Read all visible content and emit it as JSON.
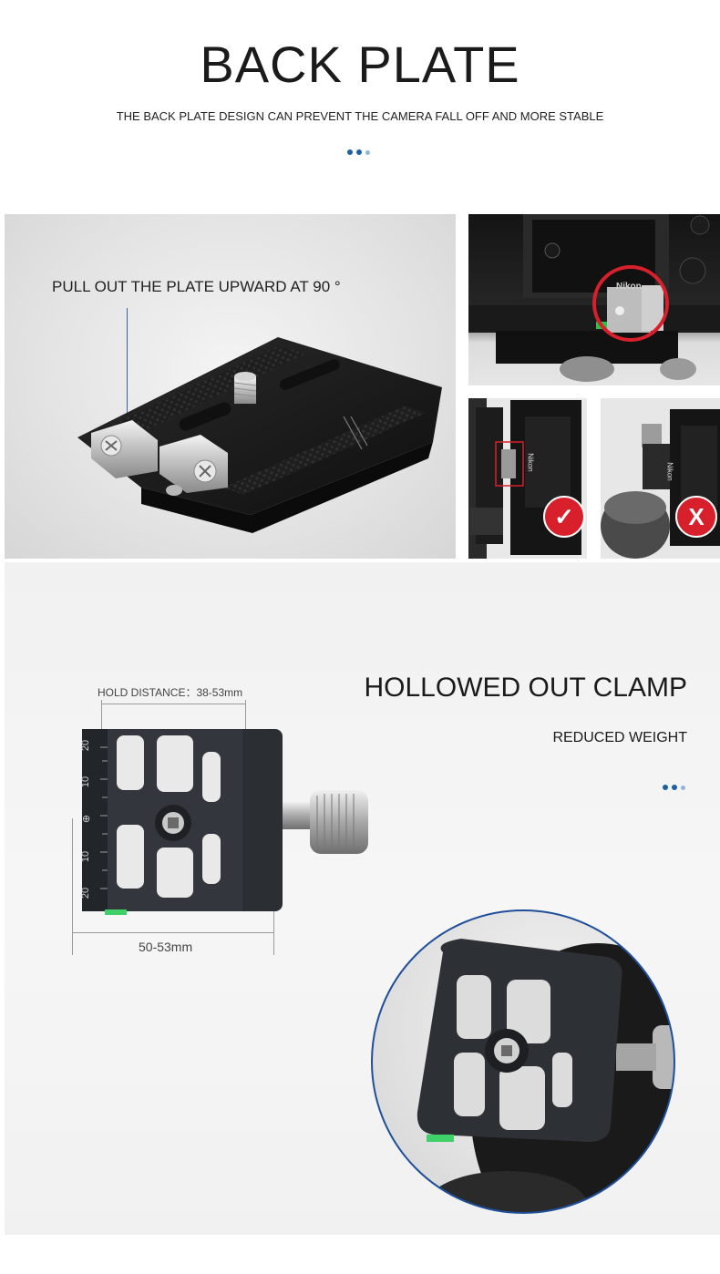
{
  "header": {
    "title": "BACK PLATE",
    "subtitle": "THE BACK  PLATE DESIGN CAN PREVENT THE CAMERA FALL OFF AND  MORE STABLE"
  },
  "plate_panel": {
    "caption": "PULL OUT THE PLATE UPWARD AT 90 °"
  },
  "camera_panels": {
    "top_brand": "Nikon",
    "left_brand": "Nikon",
    "right_brand": "Nikon",
    "correct_mark": "✓",
    "wrong_mark": "X"
  },
  "clamp_section": {
    "title": "HOLLOWED OUT CLAMP",
    "subtitle": "REDUCED WEIGHT",
    "hold_distance_label": "HOLD DISTANCE：38-53mm",
    "width_label": "50-53mm",
    "scale_marks": [
      "20",
      "10",
      "⊕",
      "10",
      "20"
    ]
  },
  "colors": {
    "accent_blue": "#1d5fa6",
    "badge_red": "#d8202c",
    "circle_border": "#1f4f9a"
  }
}
